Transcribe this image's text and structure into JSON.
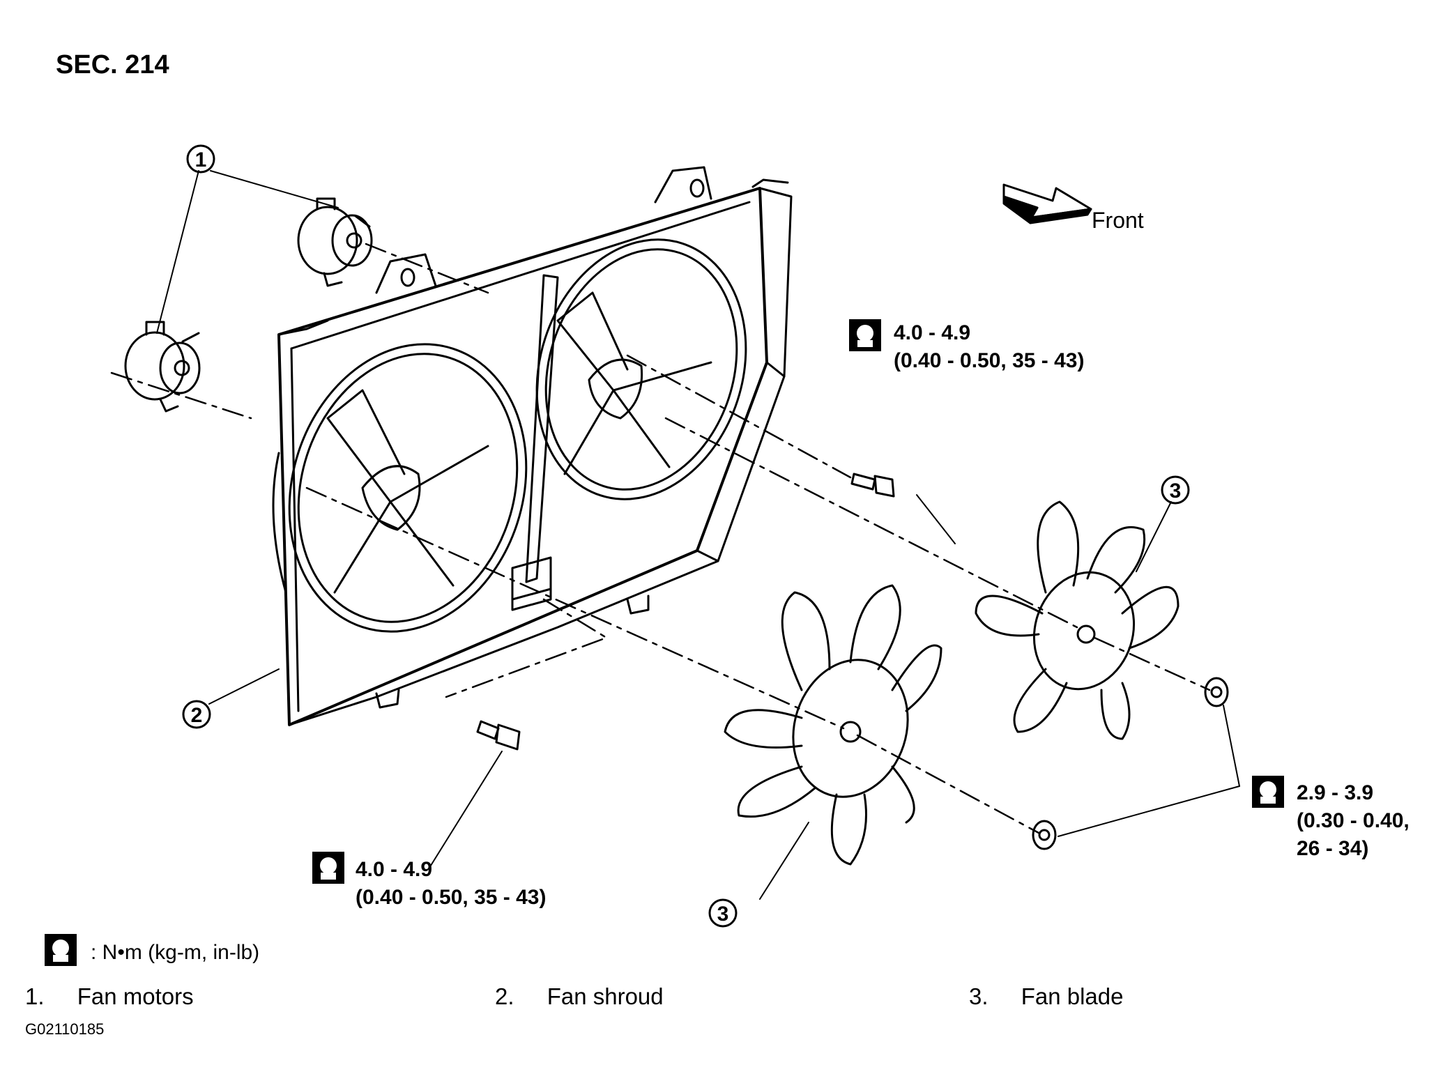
{
  "section": "SEC. 214",
  "front_label": "Front",
  "callouts": {
    "fan_motors": "1",
    "fan_shroud": "2",
    "fan_blade": "3"
  },
  "torque_specs": {
    "upper_bolt": {
      "line1": "4.0 - 4.9",
      "line2": "(0.40 - 0.50, 35 - 43)"
    },
    "lower_bolt": {
      "line1": "4.0 - 4.9",
      "line2": "(0.40 - 0.50, 35 - 43)"
    },
    "fan_nut": {
      "line1": "2.9 - 3.9",
      "line2": "(0.30 - 0.40,",
      "line3": "26 - 34)"
    }
  },
  "legend": {
    "unit": ": N•m  (kg-m,  in-lb)",
    "items": [
      {
        "num": "1.",
        "label": "Fan motors"
      },
      {
        "num": "2.",
        "label": "Fan shroud"
      },
      {
        "num": "3.",
        "label": "Fan blade"
      }
    ]
  },
  "figure_id": "G02110185",
  "colors": {
    "ink": "#000000",
    "paper": "#ffffff"
  },
  "icons": [
    "torque-wrench-icon",
    "front-arrow-icon"
  ]
}
